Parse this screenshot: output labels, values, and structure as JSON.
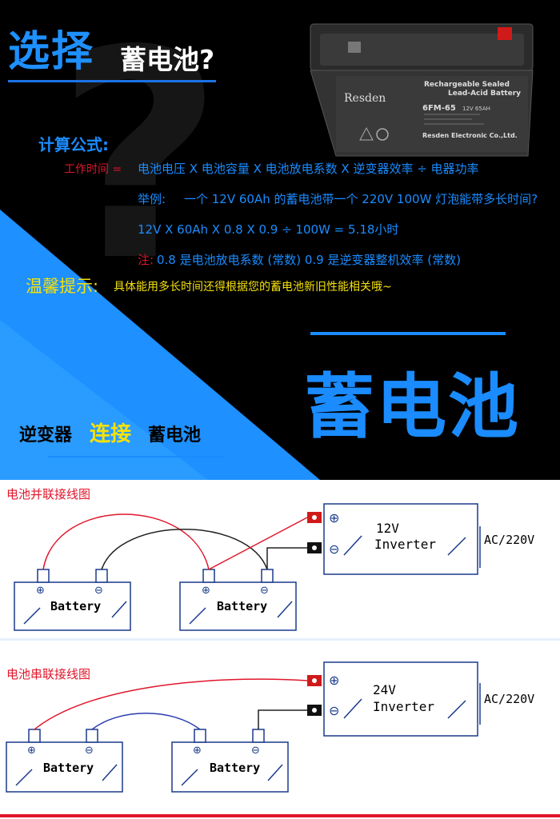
{
  "header": {
    "title_highlight": "选择",
    "title_rest": "蓄电池?"
  },
  "product": {
    "brand": "Resden",
    "model": "6FM-65",
    "spec": "12V 65AH",
    "type_line1": "Rechargeable Sealed",
    "type_line2": "Lead-Acid Battery",
    "company": "Resden Electronic Co.,Ltd."
  },
  "formula": {
    "heading": "计算公式:",
    "work_time_label": "工作时间 =",
    "expression": "电池电压 X 电池容量 X 电池放电系数 X 逆变器效率 ÷ 电器功率",
    "example_label": "举例:",
    "example_text": "一个 12V 60Ah 的蓄电池带一个 220V 100W 灯泡能带多长时间?",
    "calculation": "12V X 60Ah X 0.8 X 0.9 ÷ 100W = 5.18小时",
    "note_label": "注:",
    "note_text": "0.8 是电池放电系数 (常数)  0.9 是逆变器整机效率 (常数)"
  },
  "tip": {
    "label": "温馨提示:",
    "text": "具体能用多长时间还得根据您的蓄电池新旧性能相关哦~"
  },
  "big_title": "蓄电池",
  "connect": {
    "part1": "逆变器",
    "part2": "连接",
    "part3": "蓄电池"
  },
  "parallel_diagram": {
    "title": "电池并联接线图",
    "battery_left": "Battery",
    "battery_right": "Battery",
    "inverter_voltage": "12V",
    "inverter_label": "Inverter",
    "output": "AC/220V"
  },
  "series_diagram": {
    "title": "电池串联接线图",
    "battery_left": "Battery",
    "battery_right": "Battery",
    "inverter_voltage": "24V",
    "inverter_label": "Inverter",
    "output": "AC/220V"
  },
  "colors": {
    "accent_blue": "#1a8cff",
    "warning_red": "#e0162b",
    "tip_yellow": "#f5e10a",
    "wire_red": "#e0162b",
    "wire_black": "#222222",
    "wire_blue": "#2a3db0"
  },
  "icons": [
    "question-mark-graphic",
    "battery-photo",
    "recycle-icon",
    "plus-terminal-icon",
    "minus-terminal-icon"
  ]
}
